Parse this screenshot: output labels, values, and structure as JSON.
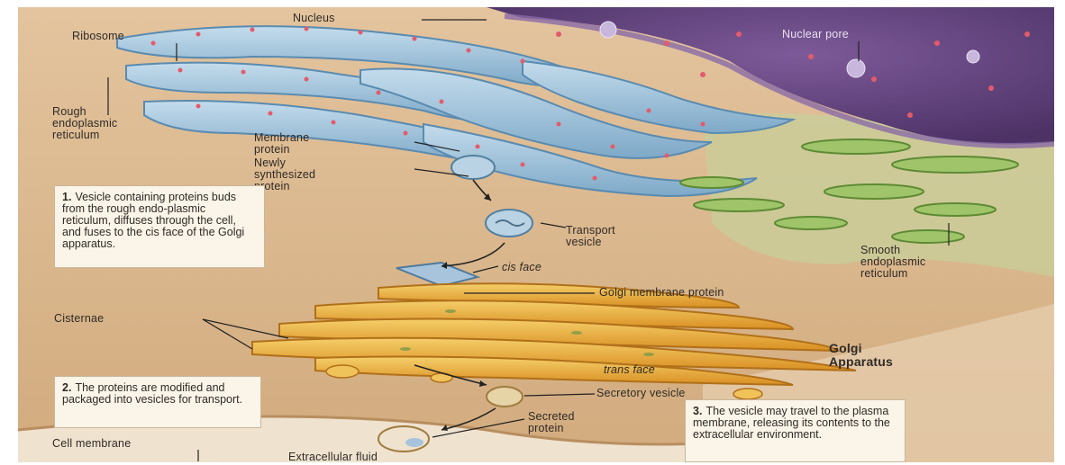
{
  "labels": {
    "nucleus": "Nucleus",
    "nuclear_pore": "Nuclear pore",
    "ribosome": "Ribosome",
    "rough_er": "Rough\nendoplasmic\nreticulum",
    "membrane_protein": "Membrane\nprotein",
    "newly_synthesized_protein": "Newly\nsynthesized\nprotein",
    "transport_vesicle": "Transport\nvesicle",
    "smooth_er": "Smooth\nendoplasmic\nreticulum",
    "cis_face": "cis face",
    "golgi_membrane_protein": "Golgi membrane protein",
    "cisternae": "Cisternae",
    "golgi_apparatus": "Golgi\nApparatus",
    "trans_face": "trans face",
    "secretory_vesicle": "Secretory vesicle",
    "secreted_protein": "Secreted\nprotein",
    "cell_membrane": "Cell membrane",
    "extracellular_fluid": "Extracellular fluid"
  },
  "steps": [
    {
      "number": "1.",
      "text": "Vesicle containing proteins buds from the rough endo-plasmic reticulum, diffuses through the cell, and fuses to the cis face of the Golgi apparatus."
    },
    {
      "number": "2.",
      "text": "The proteins are modified and packaged into vesicles for transport."
    },
    {
      "number": "3.",
      "text": "The vesicle may travel to the plasma membrane, releasing its contents to the extracellular environment."
    }
  ],
  "colors": {
    "cytoplasm": "#dcb98f",
    "nucleus": "#6b4a86",
    "rough_er": "#9cc3dc",
    "smooth_er": "#7faa55",
    "golgi": "#e7a93a",
    "box": "#fbf4e8"
  }
}
